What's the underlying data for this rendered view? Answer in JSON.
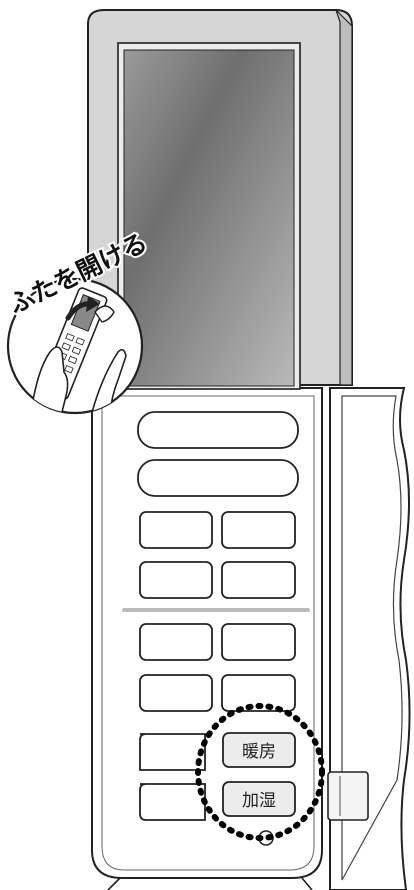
{
  "callout": {
    "open_lid_text": "ふたを開ける"
  },
  "buttons": {
    "heating_label": "暖房",
    "humidify_label": "加湿"
  },
  "colors": {
    "lid_fill": "#dcdcdc",
    "screen_dark": "#7a7a7a",
    "screen_light": "#bcbcbc",
    "outline": "#222222",
    "highlight_circle": "#000000"
  }
}
